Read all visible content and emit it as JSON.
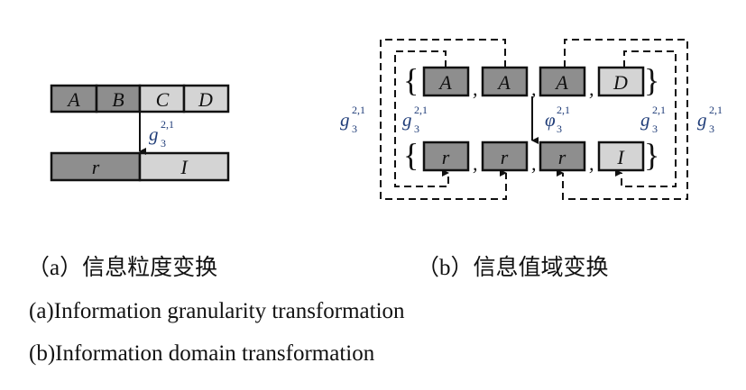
{
  "panel_a": {
    "top_cells": [
      "A",
      "B",
      "C",
      "D"
    ],
    "bottom_cells": [
      "r",
      "I"
    ],
    "transform": {
      "symbol": "g",
      "sub": "3",
      "sup": "2,1"
    }
  },
  "panel_b": {
    "top_cells": [
      "A",
      "A",
      "A",
      "D"
    ],
    "bottom_cells": [
      "r",
      "r",
      "r",
      "I"
    ],
    "separator": ",",
    "brace_open": "{",
    "brace_close": "}",
    "g_label": {
      "symbol": "g",
      "sub": "3",
      "sup": "2,1"
    },
    "phi_label": {
      "symbol": "φ",
      "sub": "3",
      "sup": "2,1"
    }
  },
  "captions": {
    "a_cn": "（a）信息粒度变换",
    "b_cn": "（b）信息值域变换",
    "a_en": "(a)Information granularity transformation",
    "b_en": "(b)Information domain transformation"
  }
}
